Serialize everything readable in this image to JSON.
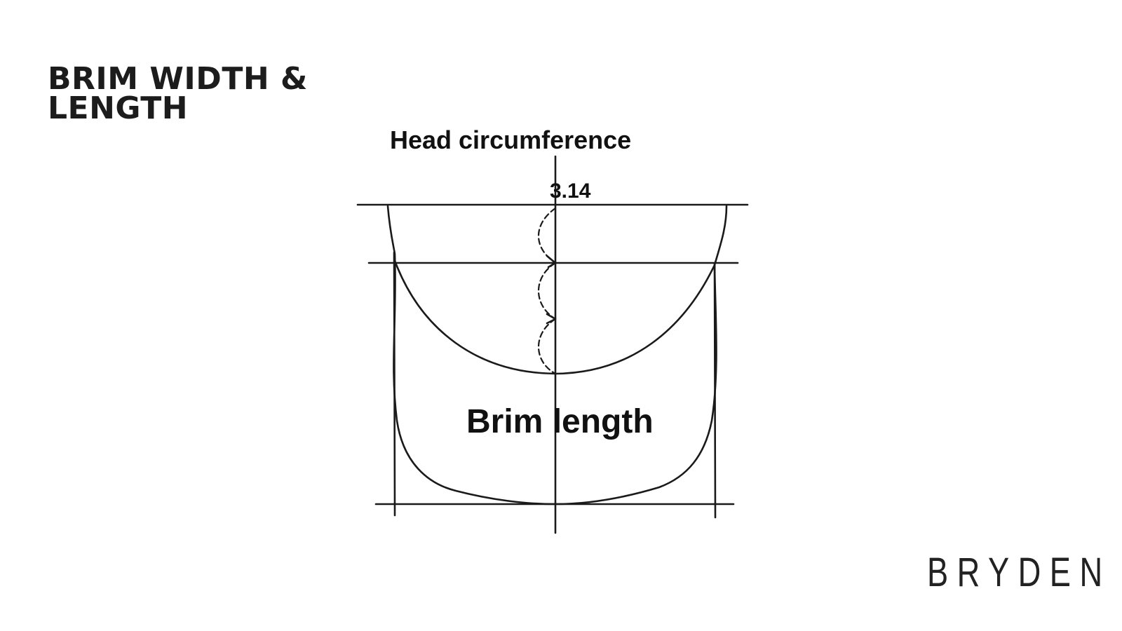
{
  "slide": {
    "title_line1": "BRIM WIDTH &",
    "title_line2": "LENGTH"
  },
  "diagram": {
    "head_label": "Head circumference",
    "divisor_label": "3.14",
    "brim_label": "Brim length"
  },
  "brand": {
    "logo_text": "BRYDEN"
  }
}
